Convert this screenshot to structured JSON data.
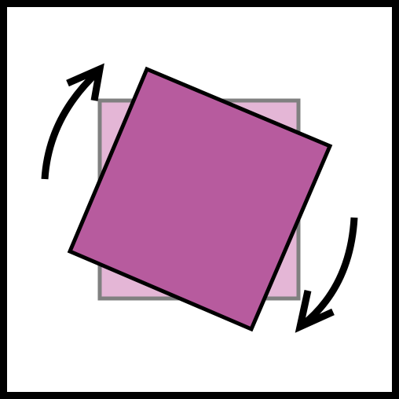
{
  "diagram": {
    "name": "rotate-icon",
    "colors": {
      "frame": "#000000",
      "background": "#ffffff",
      "original_square_fill": "#e4b6d6",
      "original_square_stroke": "#808080",
      "rotated_square_fill": "#b75b9e",
      "rotated_square_stroke": "#000000",
      "arrow_stroke": "#000000"
    },
    "rotation": {
      "direction": "clockwise",
      "angle_degrees": 24
    },
    "arrows": [
      {
        "name": "rotate-arrow-top-left",
        "direction": "clockwise"
      },
      {
        "name": "rotate-arrow-bottom-right",
        "direction": "clockwise"
      }
    ]
  }
}
